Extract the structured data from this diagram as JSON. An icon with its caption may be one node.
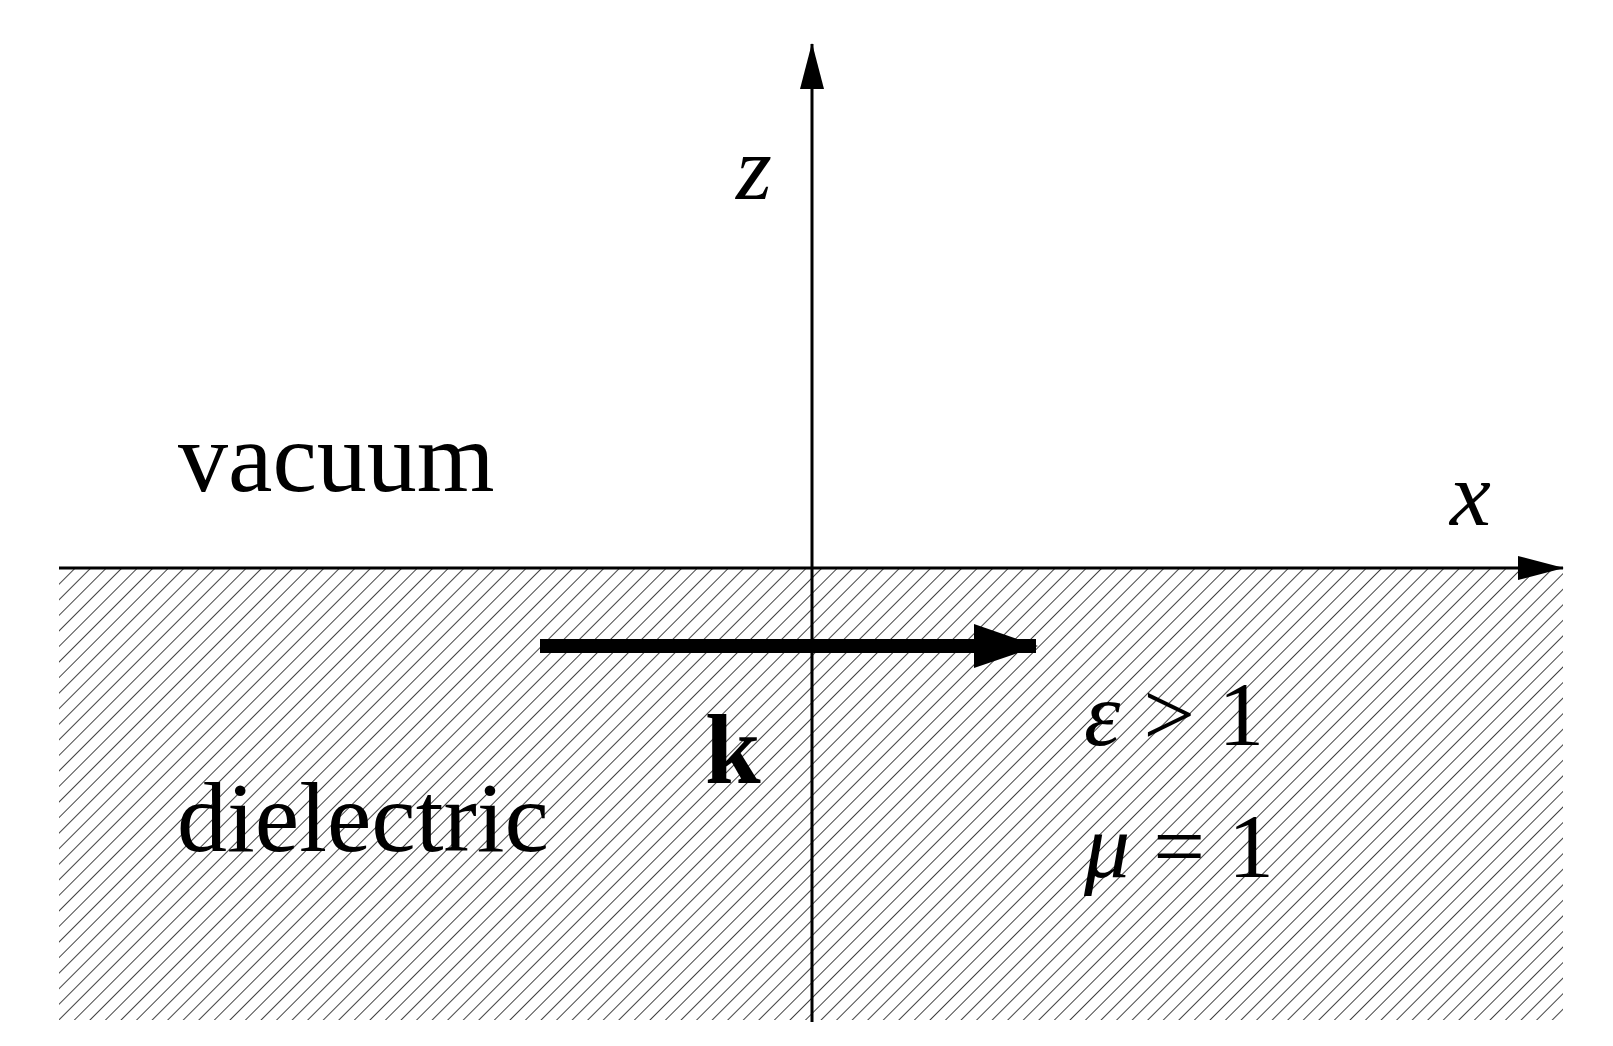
{
  "diagram": {
    "nodes": [
      {
        "text": [
          "dielectric",
          "*ε* > 1",
          "*μ* = 1"
        ]
      }
    ],
    "labels": [
      "z",
      "vacuum",
      "x",
      "k"
    ]
  }
}
